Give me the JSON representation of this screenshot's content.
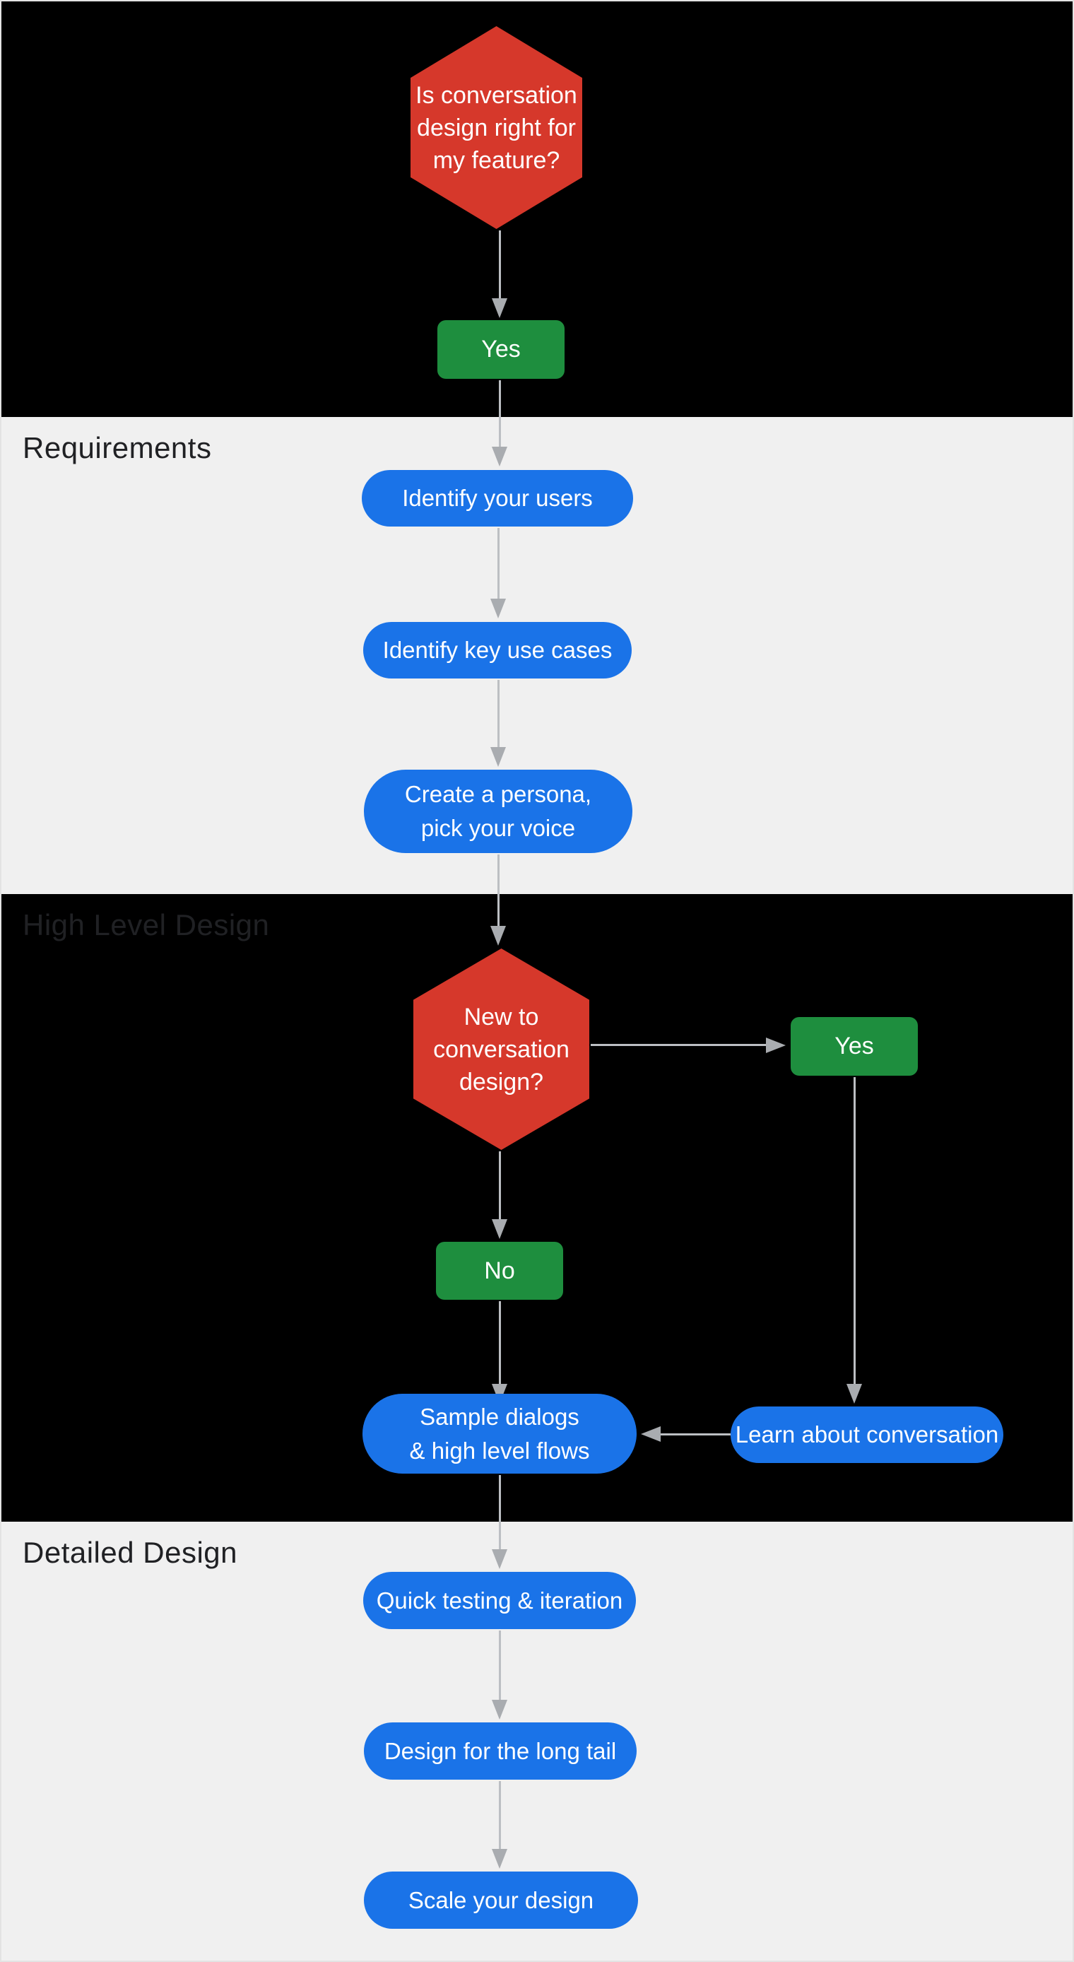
{
  "sections": [
    {
      "id": "intro",
      "label": ""
    },
    {
      "id": "requirements",
      "label": "Requirements"
    },
    {
      "id": "high_level_design",
      "label": "High Level Design"
    },
    {
      "id": "detailed_design",
      "label": "Detailed Design"
    }
  ],
  "nodes": {
    "decision_feature": {
      "lines": [
        "Is conversation",
        "design right for",
        "my feature?"
      ]
    },
    "yes_top": {
      "label": "Yes"
    },
    "identify_users": {
      "label": "Identify your users"
    },
    "identify_use_cases": {
      "label": "Identify key use cases"
    },
    "create_persona": {
      "lines": [
        "Create a persona,",
        "pick your voice"
      ]
    },
    "decision_new": {
      "lines": [
        "New to",
        "conversation",
        "design?"
      ]
    },
    "yes_right": {
      "label": "Yes"
    },
    "no_center": {
      "label": "No"
    },
    "sample_dialogs": {
      "lines": [
        "Sample dialogs",
        "& high level flows"
      ]
    },
    "learn_conversation": {
      "label": "Learn about conversation"
    },
    "quick_testing": {
      "label": "Quick testing & iteration"
    },
    "long_tail": {
      "label": "Design for the long tail"
    },
    "scale_design": {
      "label": "Scale your design"
    }
  },
  "colors": {
    "decision_red": "#D6382B",
    "answer_green": "#1E8E3E",
    "step_blue": "#1A73E8",
    "connector_gray": "#BCBFC3",
    "section_dark": "#000000",
    "section_light": "#F0F0F0",
    "label_text": "#202124"
  }
}
